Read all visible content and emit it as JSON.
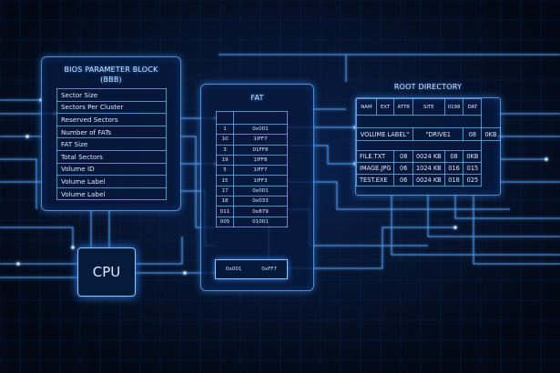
{
  "bpb": {
    "title": "BIOS PARAMETER BLOCK",
    "subtitle": "(BBB)",
    "fields": [
      "Sector Size",
      "Sectors Per Cluster",
      "Reserved Sectors",
      "Number of FATs",
      "FAT Size",
      "Total Sectors",
      "Volume ID",
      "Volume Label",
      "Volume Label"
    ]
  },
  "fat": {
    "title": "FAT",
    "rows": [
      [
        "1",
        "0x001"
      ],
      [
        "10",
        "1IFF7"
      ],
      [
        "3",
        "01FF8"
      ],
      [
        "19",
        "1IFF8"
      ],
      [
        "5",
        "1IFF7"
      ],
      [
        "15",
        "1IFF3"
      ],
      [
        "17",
        "0x001"
      ],
      [
        "18",
        "0x033"
      ],
      [
        "011",
        "0x879"
      ],
      [
        "005",
        "01001"
      ]
    ],
    "bottom_box": [
      "0x001",
      "0xFF7"
    ]
  },
  "root_directory": {
    "title": "ROOT DIRECTORY",
    "headers": [
      "NAM",
      "EXT",
      "ATTR",
      "SITE",
      "0198",
      "DAT"
    ],
    "volume_row": [
      "VOLUME LABEL\"",
      "\"DRIVE1",
      "08",
      "0KB"
    ],
    "rows": [
      [
        "FILE.TXT",
        "08",
        "0024 KB",
        "08",
        "0KB"
      ],
      [
        "IMAGE.JPG",
        "06",
        "1024 KB",
        "016",
        "015"
      ],
      [
        "TEST.EXE",
        "06",
        "0024 KB",
        "018",
        "025"
      ]
    ]
  },
  "cpu": {
    "label": "CPU"
  },
  "colors": {
    "background": "#020a1c",
    "glow": "#3a8cff",
    "line": "#6fb8ff"
  }
}
